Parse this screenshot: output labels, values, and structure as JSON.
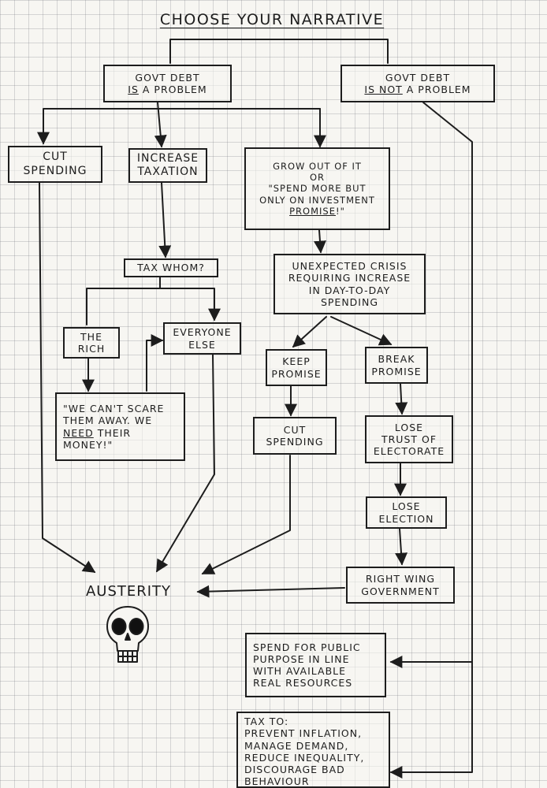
{
  "title": "Choose your narrative",
  "nodes": {
    "govt_debt_problem": {
      "line1": "Govt debt",
      "line2_a": "is",
      "line2_b": " a problem"
    },
    "govt_debt_not_problem": {
      "line1": "Govt debt",
      "line2_a": "is not",
      "line2_b": " a problem"
    },
    "cut_spending_1": {
      "line1": "Cut",
      "line2": "spending"
    },
    "increase_taxation": {
      "line1": "Increase",
      "line2": "taxation"
    },
    "grow_out": {
      "line1": "Grow out of it",
      "line2": "or",
      "line3": "\"Spend more but",
      "line4": "only on investment",
      "line5_a": "promise",
      "line5_b": "!\""
    },
    "tax_whom": {
      "text": "Tax whom?"
    },
    "the_rich": {
      "line1": "The",
      "line2": "rich"
    },
    "everyone_else": {
      "line1": "Everyone",
      "line2": "else"
    },
    "cant_scare": {
      "line1": "\"We can't scare",
      "line2": "them away. We",
      "line3_a": "need",
      "line3_b": " their",
      "line4": "money!\""
    },
    "unexpected_crisis": {
      "line1": "Unexpected crisis",
      "line2": "requiring increase",
      "line3": "in day-to-day",
      "line4": "spending"
    },
    "keep_promise": {
      "line1": "Keep",
      "line2": "promise"
    },
    "break_promise": {
      "line1": "Break",
      "line2": "promise"
    },
    "cut_spending_2": {
      "line1": "Cut",
      "line2": "spending"
    },
    "lose_trust": {
      "line1": "Lose",
      "line2": "trust of",
      "line3": "electorate"
    },
    "lose_election": {
      "line1": "Lose",
      "line2": "election"
    },
    "right_wing": {
      "line1": "Right wing",
      "line2": "government"
    },
    "austerity": {
      "text": "Austerity"
    },
    "spend_public": {
      "line1": "Spend for public",
      "line2": "purpose in line",
      "line3": "with available",
      "line4": "real resources"
    },
    "tax_to": {
      "line1": "Tax to:",
      "line2": "Prevent inflation,",
      "line3": "manage demand,",
      "line4": "reduce inequality,",
      "line5": "discourage bad",
      "line6": "behaviour"
    }
  },
  "icons": {
    "austerity": "skull-icon"
  },
  "colors": {
    "ink": "#1d1d1d",
    "paper": "#f7f6f2",
    "grid": "#9a9aa2"
  }
}
